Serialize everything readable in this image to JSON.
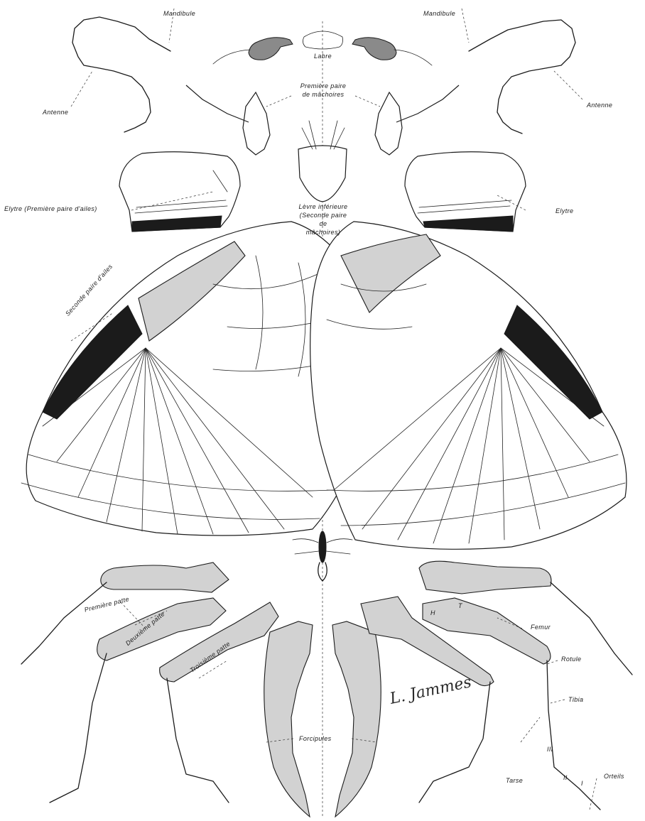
{
  "labels": {
    "mandibule_left": "Mandibule",
    "mandibule_right": "Mandibule",
    "labre": "Labre",
    "antenne_left": "Antenne",
    "antenne_right": "Antenne",
    "premiere_paire_machoires_1": "Première paire",
    "premiere_paire_machoires_2": "de mâchoires",
    "elytre_left": "Elytre (Première paire d'ailes)",
    "elytre_right": "Elytre",
    "levre_1": "Lèvre inférieure",
    "levre_2": "(Seconde paire",
    "levre_3": "de",
    "levre_4": "mâchoires)",
    "seconde_paire_ailes": "Seconde paire d'ailes",
    "premiere_patte": "Première patte",
    "deuxieme_patte": "Deuxième patte",
    "troisieme_patte": "Troisième patte",
    "forcipules": "Forcipules",
    "femur": "Femur",
    "rotule": "Rotule",
    "tibia": "Tibia",
    "tarse": "Tarse",
    "orteils": "Orteils",
    "roman_3": "III",
    "roman_2": "II",
    "roman_1": "I",
    "letter_h": "H",
    "letter_t": "T"
  },
  "signature": "L. Jammes",
  "colors": {
    "ink": "#1b1b1b",
    "paper": "#ffffff"
  }
}
